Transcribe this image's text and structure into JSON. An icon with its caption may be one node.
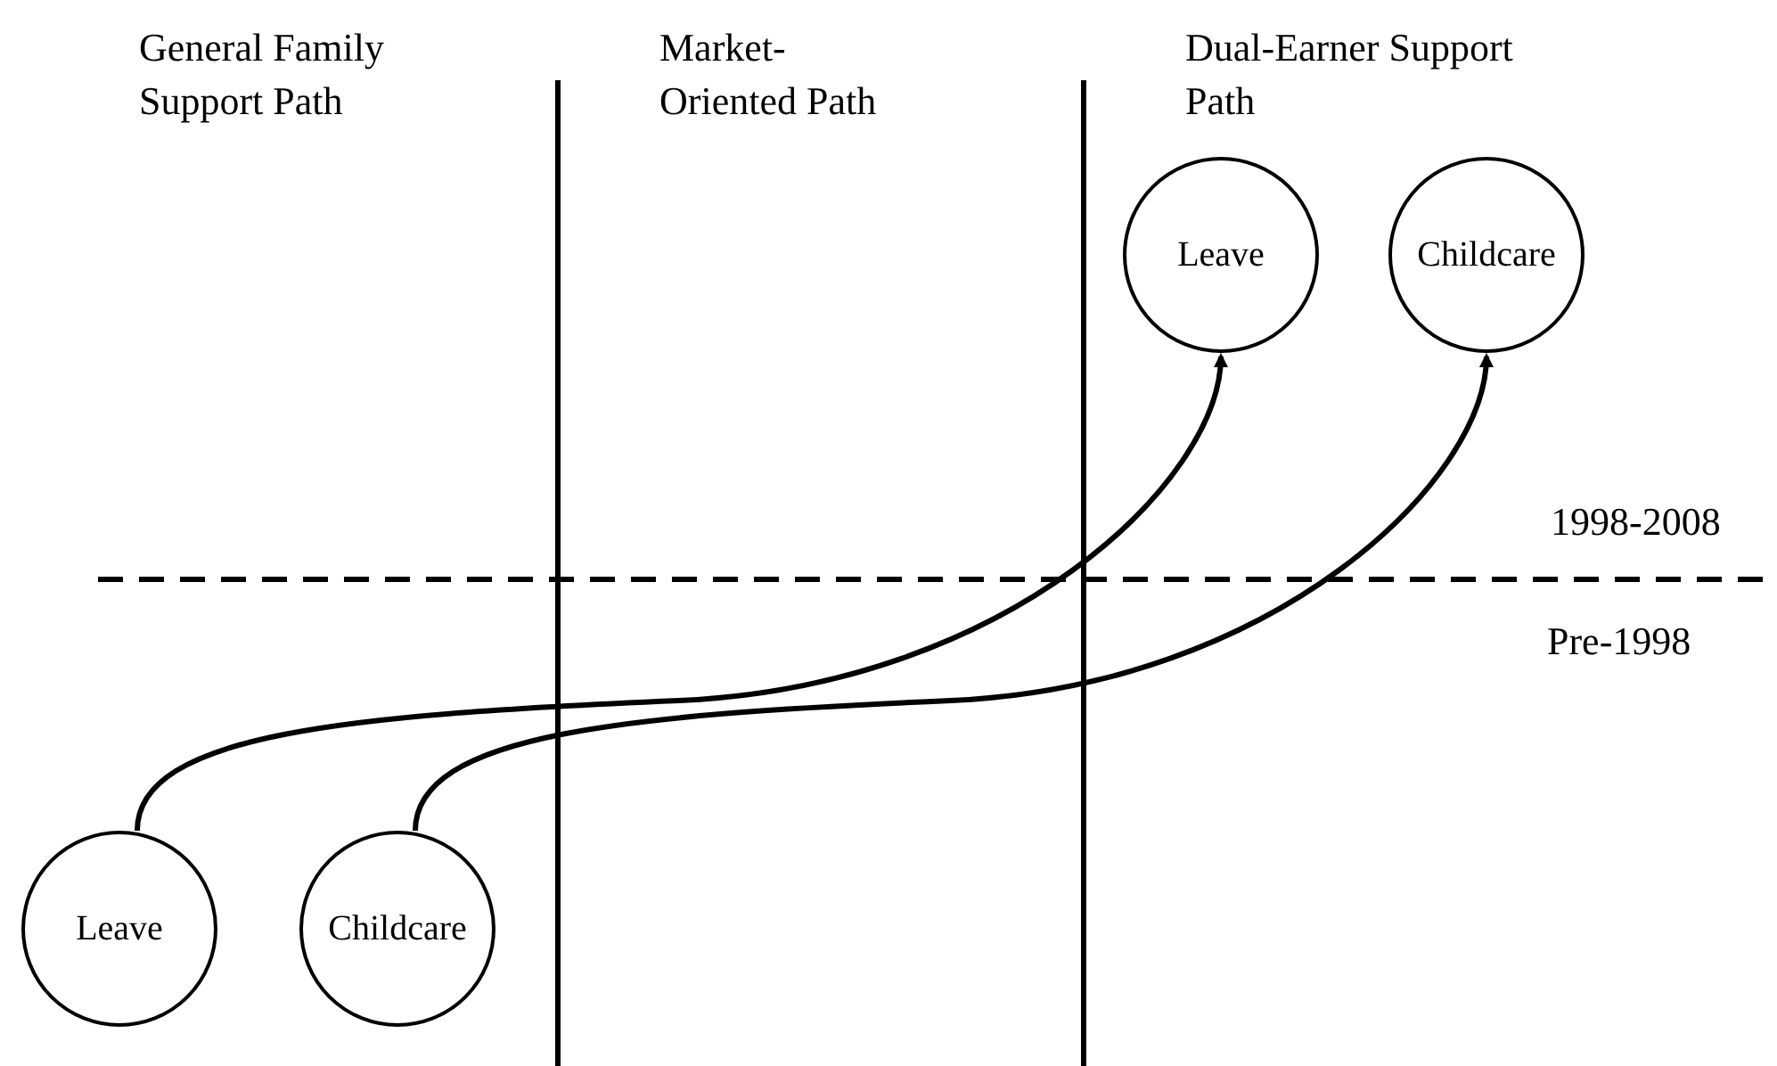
{
  "diagram": {
    "nodes": [
      {
        "text": [
          "Leave"
        ]
      },
      {
        "text": [
          "Childcare"
        ]
      },
      {
        "text": [
          "Leave"
        ]
      },
      {
        "text": [
          "Childcare"
        ]
      }
    ],
    "edges": [
      {
        "from": 0,
        "to": 2,
        "arrow": "to"
      },
      {
        "from": 1,
        "to": 3,
        "arrow": "to"
      }
    ],
    "labels": [
      "General Family Support Path",
      "Market-Oriented Path",
      "Dual-Earner Support Path",
      "1998-2008",
      "Pre-1998"
    ]
  }
}
